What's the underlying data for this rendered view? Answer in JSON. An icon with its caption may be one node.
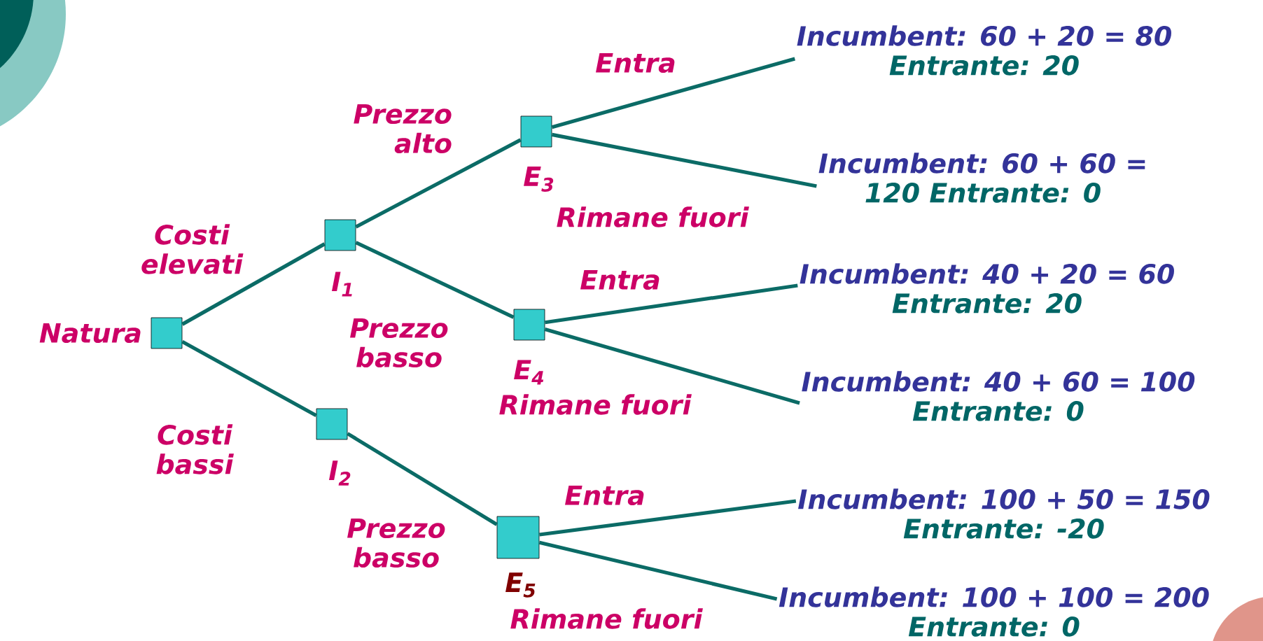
{
  "diagram": {
    "nodes": [
      {
        "text": [],
        "shape": "box",
        "beside": [
          "Natura"
        ]
      },
      {
        "text": [],
        "shape": "box",
        "beside": [
          "I$_{1}$"
        ]
      },
      {
        "text": [],
        "shape": "box",
        "beside": [
          "I$_{2}$"
        ]
      },
      {
        "text": [],
        "shape": "box",
        "beside": [
          "E$_{3}$"
        ]
      },
      {
        "text": [],
        "shape": "box",
        "beside": [
          "E$_{4}$"
        ]
      },
      {
        "text": [],
        "shape": "box",
        "beside": [
          "E$_{5}$"
        ]
      },
      {
        "text": [
          "Incumbent: 60 + 20 = 80",
          "Entrante: 20"
        ]
      },
      {
        "text": [
          "Incumbent: 60 + 60 =",
          "120 Entrante: 0"
        ]
      },
      {
        "text": [
          "Incumbent: 40 + 20 = 60",
          "Entrante: 20"
        ]
      },
      {
        "text": [
          "Incumbent: 40 + 60 = 100",
          "Entrante: 0"
        ]
      },
      {
        "text": [
          "Incumbent: 100 + 50 = 150",
          "Entrante: -20"
        ]
      },
      {
        "text": [
          "Incumbent: 100 + 100 = 200",
          "Entrante: 0"
        ]
      }
    ],
    "edges": [
      {
        "from": 0,
        "to": 1,
        "arrow": "none",
        "label": "Costi elevati"
      },
      {
        "from": 0,
        "to": 2,
        "arrow": "none",
        "label": "Costi bassi"
      },
      {
        "from": 1,
        "to": 3,
        "arrow": "none",
        "label": "Prezzo alto"
      },
      {
        "from": 1,
        "to": 4,
        "arrow": "none",
        "label": "Prezzo basso"
      },
      {
        "from": 2,
        "to": 5,
        "arrow": "none",
        "label": "Prezzo basso"
      },
      {
        "from": 3,
        "to": 6,
        "arrow": "none",
        "label": "Entra"
      },
      {
        "from": 3,
        "to": 7,
        "arrow": "none",
        "label": "Rimane fuori"
      },
      {
        "from": 4,
        "to": 8,
        "arrow": "none",
        "label": "Entra"
      },
      {
        "from": 4,
        "to": 9,
        "arrow": "none",
        "label": "Rimane fuori"
      },
      {
        "from": 5,
        "to": 10,
        "arrow": "none",
        "label": "Entra"
      },
      {
        "from": 5,
        "to": 11,
        "arrow": "none",
        "label": "Rimane fuori"
      }
    ]
  }
}
